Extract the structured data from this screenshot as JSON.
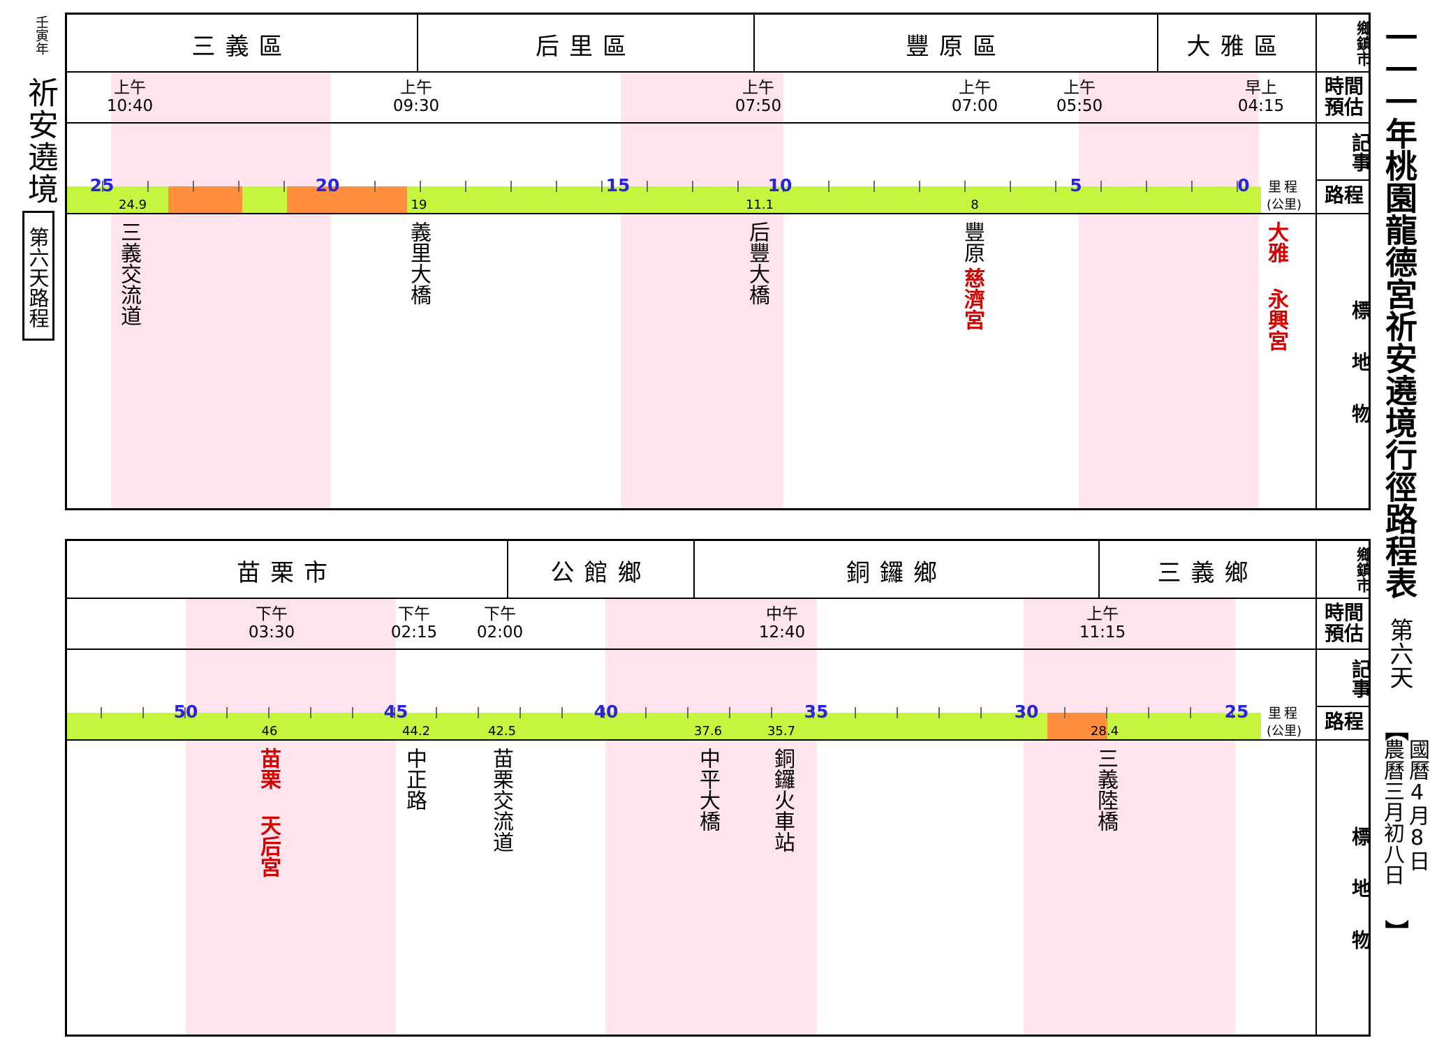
{
  "sidebar": {
    "year": "壬寅年",
    "title": "祈安遶境",
    "day_box": "第六天路程"
  },
  "right_title": {
    "main": "一一一年桃園龍德宮祈安遶境行徑路程表",
    "day": "第六天",
    "date_open": "【",
    "solar_date": "國曆4月8日",
    "lunar_date": "農曆三月初八日",
    "date_close": "】"
  },
  "row_labels": {
    "district": "鄉鎮市",
    "time": "時間預估",
    "notes": "記事",
    "route": "路程",
    "mileage": "里程",
    "mileage_unit": "(公里)",
    "landmarks": "標地物"
  },
  "panel_top": {
    "districts": [
      "三義區",
      "后里區",
      "豐原區",
      "大雅區"
    ],
    "times": [
      {
        "period": "上午",
        "clock": "10:40"
      },
      {
        "period": "上午",
        "clock": "09:30"
      },
      {
        "period": "上午",
        "clock": "07:50"
      },
      {
        "period": "上午",
        "clock": "07:00"
      },
      {
        "period": "上午",
        "clock": "05:50"
      },
      {
        "period": "早上",
        "clock": "04:15"
      }
    ],
    "km_labels": [
      "25",
      "20",
      "15",
      "10",
      "5",
      "0"
    ],
    "km_values": [
      "24.9",
      "19",
      "11.1",
      "8"
    ],
    "landmarks": [
      {
        "text": "三義交流道",
        "red": false
      },
      {
        "text": "義里大橋",
        "red": false
      },
      {
        "text": "后豐大橋",
        "red": false
      },
      {
        "text": "豐原",
        "red": false
      },
      {
        "text": "慈濟宮",
        "red": true
      },
      {
        "text": "大雅",
        "red": true
      },
      {
        "text": "永興宮",
        "red": true
      }
    ]
  },
  "panel_bottom": {
    "districts": [
      "苗栗市",
      "公館鄉",
      "銅鑼鄉",
      "三義鄉"
    ],
    "times": [
      {
        "period": "下午",
        "clock": "03:30"
      },
      {
        "period": "下午",
        "clock": "02:15"
      },
      {
        "period": "下午",
        "clock": "02:00"
      },
      {
        "period": "中午",
        "clock": "12:40"
      },
      {
        "period": "上午",
        "clock": "11:15"
      }
    ],
    "km_labels": [
      "50",
      "45",
      "40",
      "35",
      "30",
      "25"
    ],
    "km_values": [
      "46",
      "44.2",
      "42.5",
      "37.6",
      "35.7",
      "28.4"
    ],
    "landmarks": [
      {
        "text": "苗栗",
        "red": true
      },
      {
        "text": "天后宮",
        "red": true
      },
      {
        "text": "中正路",
        "red": false
      },
      {
        "text": "苗栗交流道",
        "red": false
      },
      {
        "text": "中平大橋",
        "red": false
      },
      {
        "text": "銅鑼火車站",
        "red": false
      },
      {
        "text": "三義陸橋",
        "red": false
      }
    ]
  },
  "colors": {
    "route_bar": "#c6f53d",
    "segment_highlight": "#ff8f3c",
    "time_band": "#ffe4ee",
    "km_label": "#2727d8",
    "temple_red": "#d40000"
  }
}
